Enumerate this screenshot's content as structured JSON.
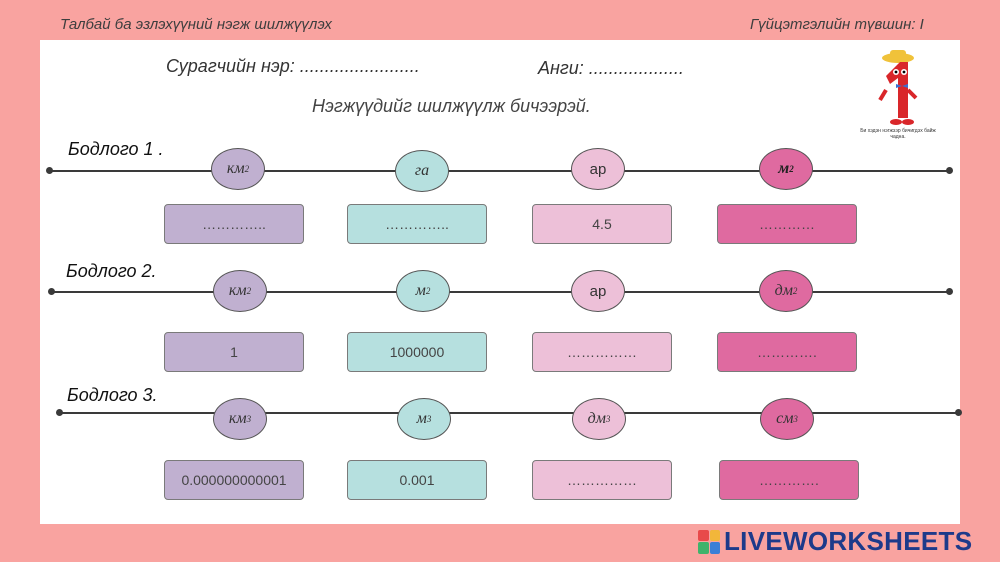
{
  "header": {
    "left_title": "Талбай ба эзлэхүүний нэгж шилжүүлэх",
    "right_title": "Гүйцэтгэлийн түвшин: I"
  },
  "fields": {
    "student_name_label": "Сурагчийн нэр: ........................",
    "class_label": "Анги: ..................."
  },
  "instruction": "Нэгжүүдийг шилжүүлж бичээрэй.",
  "mascot": {
    "caption": "Би хэдэн нэгжээр бичигдэх байж чадна."
  },
  "problems": [
    {
      "title": "Бодлого 1 .",
      "units": [
        {
          "base": "км",
          "exp": "2"
        },
        {
          "base": "га",
          "exp": ""
        },
        {
          "base": "ар",
          "exp": ""
        },
        {
          "base": "м",
          "exp": "2"
        }
      ],
      "answers": [
        "…………..",
        "…………..",
        "4.5",
        "…………"
      ]
    },
    {
      "title": "Бодлого 2.",
      "units": [
        {
          "base": "км",
          "exp": "2"
        },
        {
          "base": "м",
          "exp": "2"
        },
        {
          "base": "ар",
          "exp": ""
        },
        {
          "base": "дм",
          "exp": "2"
        }
      ],
      "answers": [
        "1",
        "1000000",
        "……………",
        "…………."
      ]
    },
    {
      "title": "Бодлого 3.",
      "units": [
        {
          "base": "км",
          "exp": "3"
        },
        {
          "base": "м",
          "exp": "3"
        },
        {
          "base": "дм",
          "exp": "3"
        },
        {
          "base": "см",
          "exp": "3"
        }
      ],
      "answers": [
        "0.000000000001",
        "0.001",
        "……………",
        "…………."
      ]
    }
  ],
  "brand": {
    "name": "LIVEWORKSHEETS"
  },
  "colors": {
    "page_bg": "#f9a3a0",
    "purple": "#c0b0d0",
    "teal": "#b6e0df",
    "pink": "#edc0d8",
    "magenta": "#df6aa0",
    "brand": "#1d3a8a"
  }
}
